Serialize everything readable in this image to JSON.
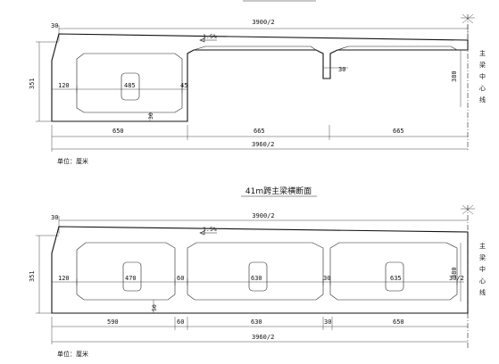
{
  "section_top": {
    "total_top": "3900/2",
    "cantilever": "30",
    "slope": "1.5%",
    "depth": "351",
    "left_web": "120",
    "box_width": "485",
    "mid_web": "45",
    "gap": "30",
    "bottom_slab": "30",
    "right_depth": "380",
    "dims_bottom": [
      "650",
      "665",
      "665"
    ],
    "total_bottom": "3960/2",
    "unit_note": "单位：厘米",
    "centerline_chars": [
      "主",
      "梁",
      "中",
      "心",
      "线"
    ]
  },
  "section_bottom": {
    "title": "41m跨主梁横断面",
    "total_top": "3900/2",
    "cantilever": "30",
    "slope": "1.5%",
    "depth": "351",
    "left_web": "120",
    "box1": "470",
    "web1": "60",
    "box2": "630",
    "web2": "30",
    "box3": "635",
    "web3": "30/2",
    "bottom_slab": "50",
    "right_depth": "380",
    "dims_bottom": [
      "590",
      "60",
      "630",
      "30",
      "650"
    ],
    "total_bottom": "3960/2",
    "unit_note": "单位：厘米",
    "centerline_chars": [
      "主",
      "梁",
      "中",
      "心",
      "线"
    ]
  }
}
